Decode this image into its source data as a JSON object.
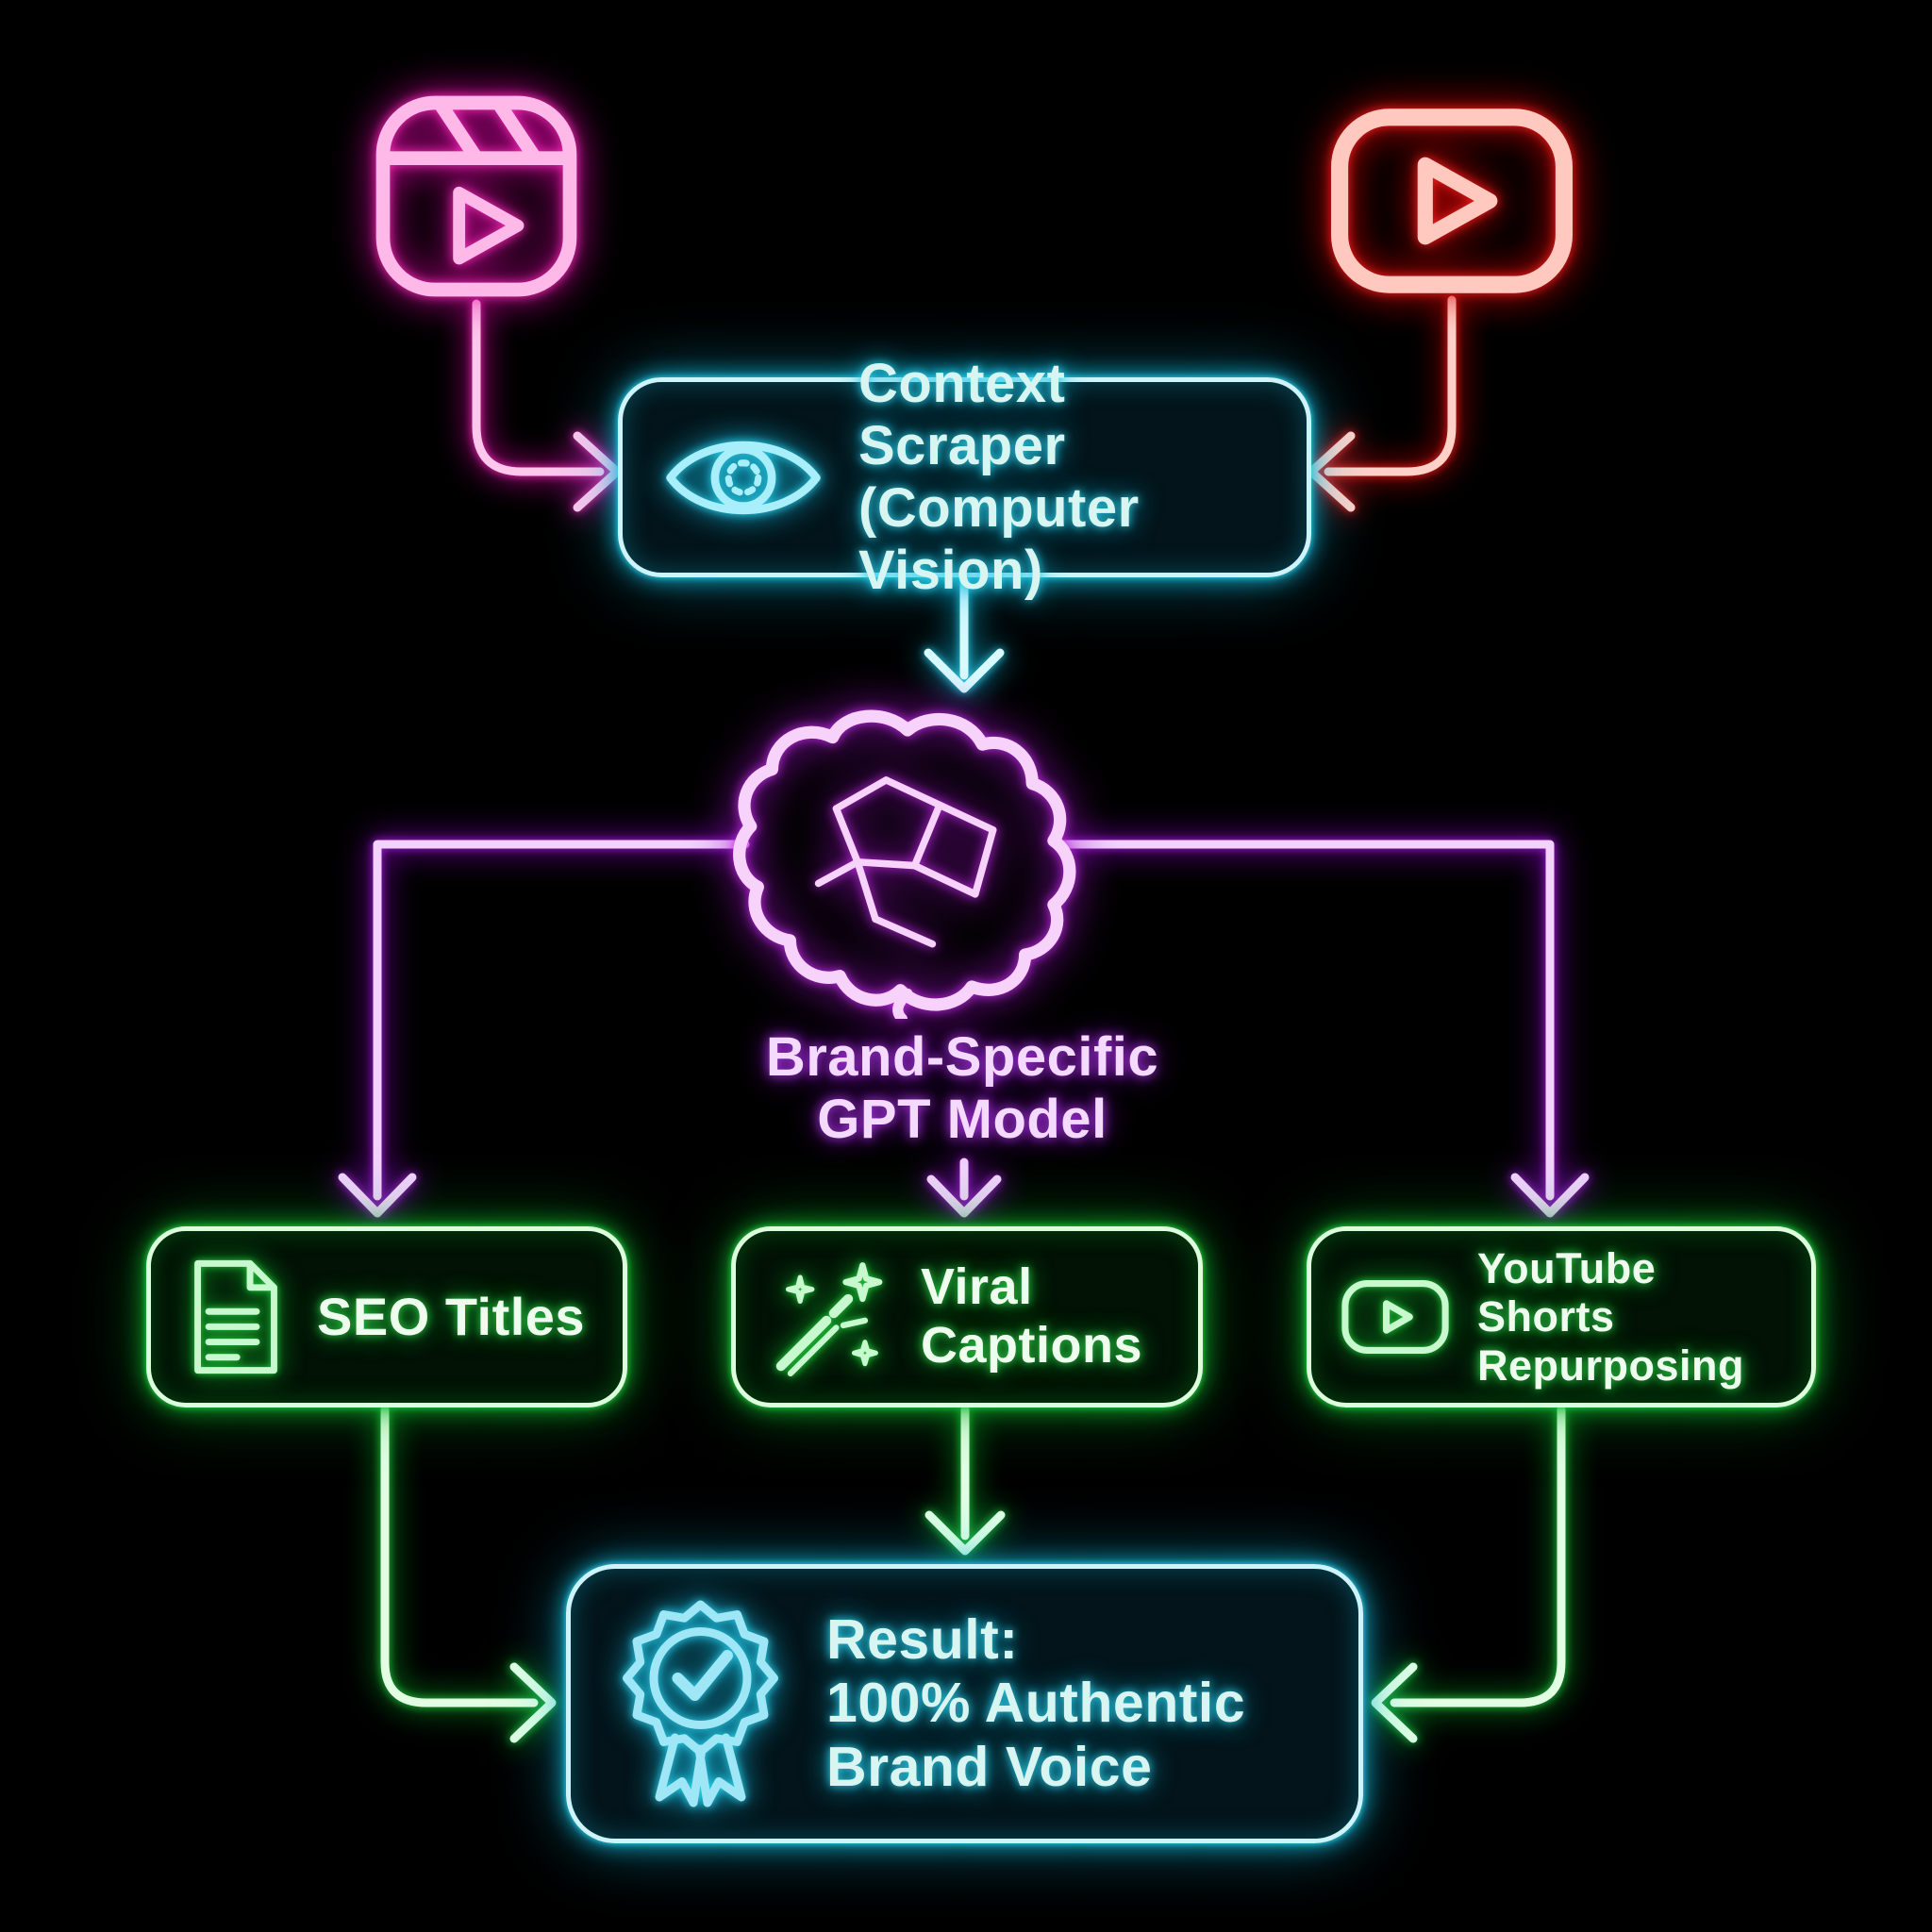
{
  "colors": {
    "background": "#000000",
    "pink": "#ff2dbd",
    "red": "#ff2222",
    "cyan": "#2fd4ee",
    "purple": "#a91fe0",
    "green": "#23cc3e"
  },
  "sources": {
    "instagram_reels": {
      "icon": "instagram-reels-icon",
      "color": "#ff2dbd"
    },
    "youtube": {
      "icon": "youtube-icon",
      "color": "#ff2222"
    }
  },
  "nodes": {
    "context_scraper": {
      "line1": "Context Scraper",
      "line2": "(Computer Vision)",
      "icon": "eye-icon",
      "color": "#2fd4ee"
    },
    "gpt_model": {
      "line1": "Brand-Specific",
      "line2": "GPT Model",
      "icon": "brain-icon",
      "color": "#a91fe0"
    },
    "seo_titles": {
      "label": "SEO Titles",
      "icon": "document-icon",
      "color": "#23cc3e"
    },
    "viral_captions": {
      "line1": "Viral",
      "line2": "Captions",
      "icon": "magic-wand-icon",
      "color": "#23cc3e"
    },
    "youtube_shorts": {
      "line1": "YouTube Shorts",
      "line2": "Repurposing",
      "icon": "youtube-play-icon",
      "color": "#23cc3e"
    },
    "result": {
      "line1": "Result:",
      "line2": "100% Authentic",
      "line3": "Brand Voice",
      "icon": "award-badge-icon",
      "color": "#2fd4ee"
    }
  },
  "edges": [
    {
      "from": "instagram_reels",
      "to": "context_scraper",
      "color": "#ff2dbd"
    },
    {
      "from": "youtube",
      "to": "context_scraper",
      "color": "#ff2222"
    },
    {
      "from": "context_scraper",
      "to": "gpt_model",
      "color": "#2fd4ee"
    },
    {
      "from": "gpt_model",
      "to": "seo_titles",
      "color": "#a91fe0"
    },
    {
      "from": "gpt_model",
      "to": "viral_captions",
      "color": "#a91fe0"
    },
    {
      "from": "gpt_model",
      "to": "youtube_shorts",
      "color": "#a91fe0"
    },
    {
      "from": "seo_titles",
      "to": "result",
      "color": "#23cc3e"
    },
    {
      "from": "viral_captions",
      "to": "result",
      "color": "#23cc3e"
    },
    {
      "from": "youtube_shorts",
      "to": "result",
      "color": "#23cc3e"
    }
  ]
}
